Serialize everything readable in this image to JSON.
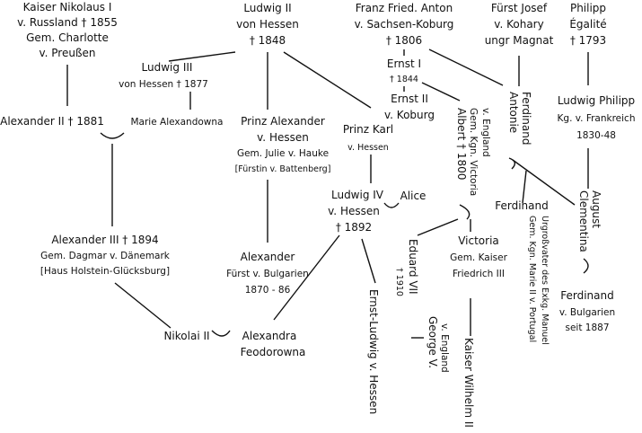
{
  "people": {
    "nikolaus": {
      "name": "Kaiser Nikolaus I",
      "line2": "v. Russland  † 1855",
      "line3": "Gem. Charlotte",
      "line4": "v. Preußen"
    },
    "ludwig2": {
      "name": "Ludwig II",
      "line2": "von Hessen",
      "line3": "† 1848"
    },
    "franz": {
      "name": "Franz Fried. Anton",
      "line2": "v. Sachsen-Koburg",
      "line3": "† 1806"
    },
    "kohary": {
      "name": "Fürst Josef",
      "line2": "v. Kohary",
      "line3": "ungr Magnat"
    },
    "philipp": {
      "name": "Philipp",
      "line2": "Égalité",
      "line3": "† 1793"
    },
    "ludwig3": {
      "name": "Ludwig III",
      "line2": "von Hessen  † 1877"
    },
    "ernst1": {
      "name": "Ernst I",
      "line2": "† 1844"
    },
    "ernst2": {
      "name": "Ernst II",
      "line2": "v. Koburg"
    },
    "alexander2": {
      "name": "Alexander II  † 1881"
    },
    "marie": {
      "name": "Marie Alexandowna"
    },
    "prinz_alexander": {
      "name": "Prinz Alexander",
      "line2": "v. Hessen",
      "line3": "Gem. Julie v. Hauke",
      "line4": "[Fürstin v. Battenberg]"
    },
    "prinz_karl": {
      "name": "Prinz Karl",
      "line2": "v. Hessen"
    },
    "albert": {
      "name": "Albert  † 1800",
      "line2": "Gem. Kgn. Victoria",
      "line3": "v. England"
    },
    "antonie": {
      "name": "Antonie",
      "line2": "Ferdinand"
    },
    "ludwig_philipp": {
      "name": "Ludwig Philipp",
      "line2": "Kg. v. Frankreich",
      "line3": "1830-48"
    },
    "ludwig4": {
      "name": "Ludwig IV",
      "line2": "v. Hessen",
      "line3": "† 1892"
    },
    "alice": {
      "name": "Alice"
    },
    "ferdinand_port": {
      "name": "Ferdinand",
      "line2": "Gem. Kgn. Marie II v. Portugal",
      "line3": "Urgroßvater des Exkg. Manuel"
    },
    "clementina": {
      "name": "Clementina",
      "line2": "August"
    },
    "alexander3": {
      "name": "Alexander III  † 1894",
      "line2": "Gem. Dagmar v. Dänemark",
      "line3": "[Haus Holstein-Glücksburg]"
    },
    "alexander_bulg": {
      "name": "Alexander",
      "line2": "Fürst v. Bulgarien",
      "line3": "1870 - 86"
    },
    "eduard": {
      "name": "Eduard VII",
      "line2": "† 1910"
    },
    "victoria": {
      "name": "Victoria",
      "line2": "Gem. Kaiser",
      "line3": "Friedrich III"
    },
    "ferdinand_bulg": {
      "name": "Ferdinand",
      "line2": "v. Bulgarien",
      "line3": "seit 1887"
    },
    "nikolai": {
      "name": "Nikolai II"
    },
    "alexandra": {
      "name": "Alexandra",
      "line2": "Feodorowna"
    },
    "ernst_ludwig": {
      "name": "Ernst-Ludwig v. Hessen"
    },
    "george": {
      "name": "George V.",
      "line2": "v. England"
    },
    "wilhelm": {
      "name": "Kaiser Wilhelm II"
    }
  }
}
